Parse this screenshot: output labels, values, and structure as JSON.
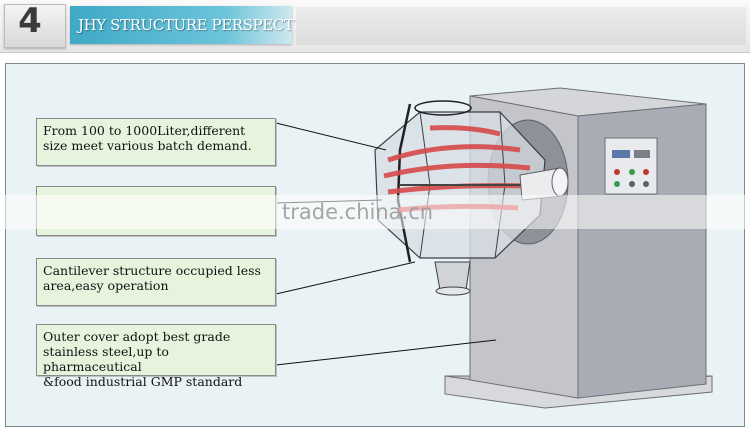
{
  "header": {
    "step_number": "4",
    "title": "JHY STRUCTURE PERSPECTIVE"
  },
  "callouts": [
    {
      "text": "From 100 to 1000Liter,different\nsize meet various batch demand."
    },
    {
      "text": ""
    },
    {
      "text": "Cantilever structure occupied less\narea,easy operation"
    },
    {
      "text": "Outer cover adopt best grade\nstainless steel,up to pharmaceutical\n&food industrial GMP standard"
    }
  ],
  "watermark": {
    "text": "trade.china.cn"
  },
  "colors": {
    "title_accent": "#3fa9c6",
    "callout_bg": "#e6f4dd",
    "panel_bg": "#e9f2f4",
    "cabinet": "#b9bcc3",
    "mixer_red": "#d64a4a"
  }
}
